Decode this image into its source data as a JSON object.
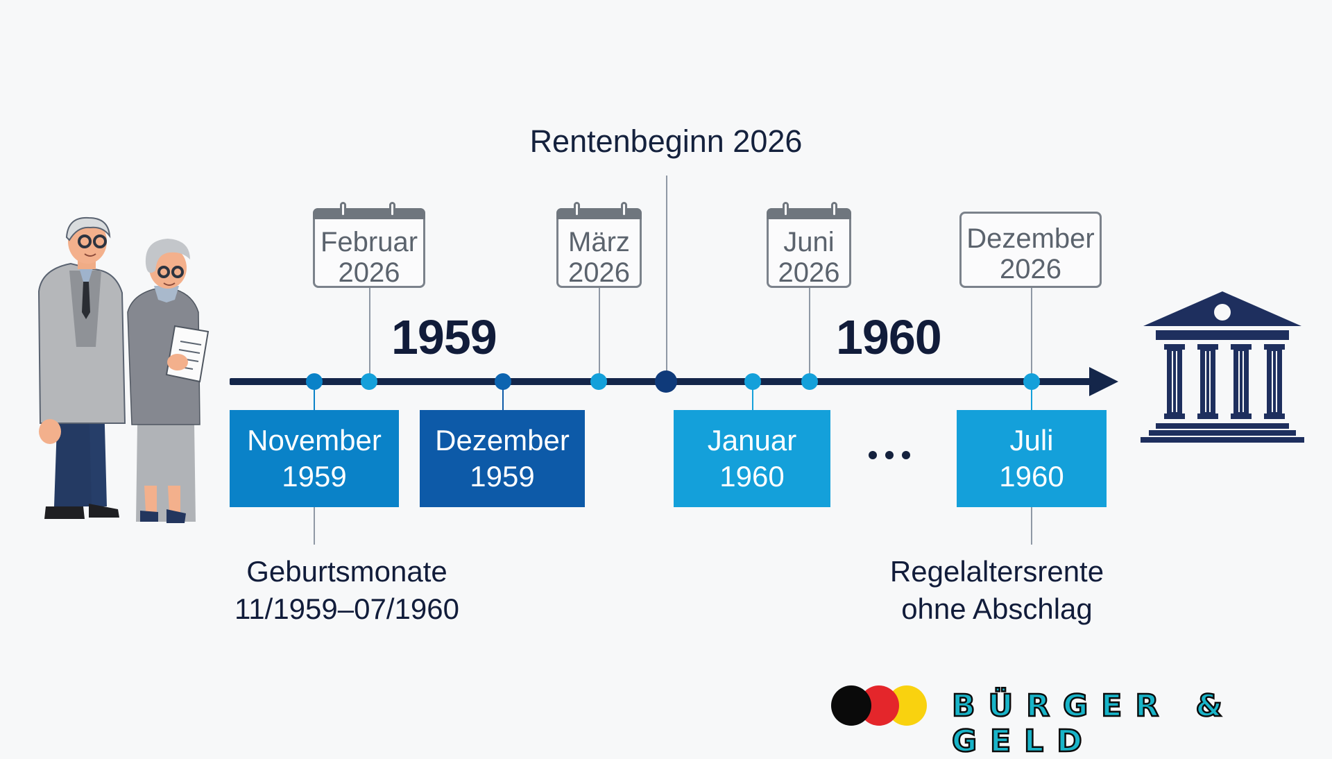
{
  "title": "Rentenbeginn 2026",
  "colors": {
    "background": "#f7f8f9",
    "axis": "#14264a",
    "text_dark": "#111c3a",
    "box_light": "#14a0da",
    "box_mid": "#0a82c8",
    "box_dark": "#0d5aa8",
    "dot_center": "#0f3a7a",
    "building": "#1e2f5e",
    "brand_text": "#19b4c8"
  },
  "calendars": [
    {
      "month": "Februar",
      "year": "2026",
      "style": "calendar"
    },
    {
      "month": "März",
      "year": "2026",
      "style": "calendar"
    },
    {
      "month": "Juni",
      "year": "2026",
      "style": "calendar"
    },
    {
      "month": "Dezember",
      "year": "2026",
      "style": "plain"
    }
  ],
  "year_labels": [
    "1959",
    "1960"
  ],
  "birth_months": [
    {
      "month": "November",
      "year": "1959"
    },
    {
      "month": "Dezember",
      "year": "1959"
    },
    {
      "month": "Januar",
      "year": "1960"
    },
    {
      "month": "Juli",
      "year": "1960"
    }
  ],
  "ellipsis": "...",
  "footnotes": {
    "left": {
      "line1": "Geburtsmonate",
      "line2": "11/1959–07/1960"
    },
    "right": {
      "line1": "Regelaltersrente",
      "line2": "ohne Abschlag"
    }
  },
  "icons": {
    "people": "elderly-couple-illustration",
    "building": "pension-institution-building-icon",
    "logo": "german-flag-circles-logo"
  },
  "brand": {
    "name": "BÜRGER & GELD",
    "circle_colors": [
      "#0a0a0a",
      "#e4262b",
      "#f9d20f"
    ]
  }
}
